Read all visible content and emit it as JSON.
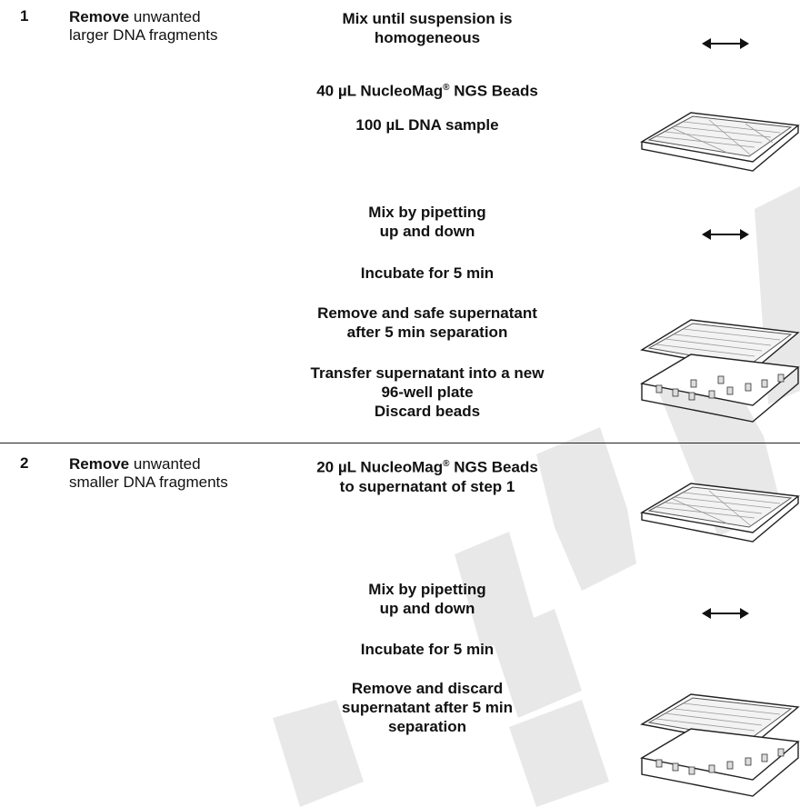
{
  "steps": [
    {
      "number": "1",
      "title_bold": "Remove",
      "title_rest": " unwanted",
      "title_line2": "larger DNA fragments",
      "instructions": [
        "Mix until suspension is\nhomogeneous",
        "40 µL NucleoMag® NGS Beads",
        "100 µL DNA sample",
        "Mix by pipetting\nup and down",
        "Incubate for 5 min",
        "Remove and safe supernatant\nafter 5 min separation",
        "Transfer supernatant into a new\n96-well plate\nDiscard beads"
      ]
    },
    {
      "number": "2",
      "title_bold": "Remove",
      "title_rest": " unwanted",
      "title_line2": "smaller DNA fragments",
      "instructions": [
        "20 µL NucleoMag® NGS Beads\nto supernatant of step 1",
        "Mix by pipetting\nup and down",
        "Incubate for 5 min",
        "Remove and discard\nsupernatant after 5 min\nseparation"
      ]
    }
  ],
  "icons": {
    "shake": "double-arrow-icon",
    "plate": "96-well-plate-icon",
    "magnet": "plate-on-magnet-icon"
  },
  "colors": {
    "text": "#111111",
    "watermark": "#e6e6e6"
  }
}
